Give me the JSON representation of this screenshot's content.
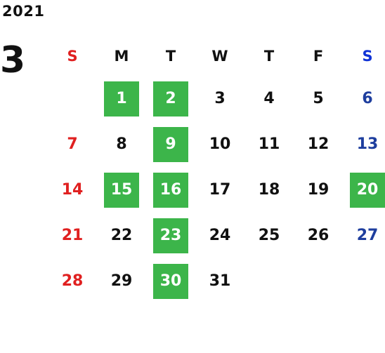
{
  "calendar": {
    "year": "2021",
    "month": "3",
    "weekday_headers": [
      "S",
      "M",
      "T",
      "W",
      "T",
      "F",
      "S"
    ],
    "weeks": [
      [
        "",
        "1",
        "2",
        "3",
        "4",
        "5",
        "6"
      ],
      [
        "7",
        "8",
        "9",
        "10",
        "11",
        "12",
        "13"
      ],
      [
        "14",
        "15",
        "16",
        "17",
        "18",
        "19",
        "20"
      ],
      [
        "21",
        "22",
        "23",
        "24",
        "25",
        "26",
        "27"
      ],
      [
        "28",
        "29",
        "30",
        "31",
        "",
        "",
        ""
      ]
    ],
    "highlighted_days": [
      "1",
      "2",
      "9",
      "15",
      "16",
      "20",
      "23",
      "30"
    ],
    "highlight_color": "#3cb54a",
    "sunday_color": "#e02020",
    "saturday_color": "#1e3e9e"
  }
}
